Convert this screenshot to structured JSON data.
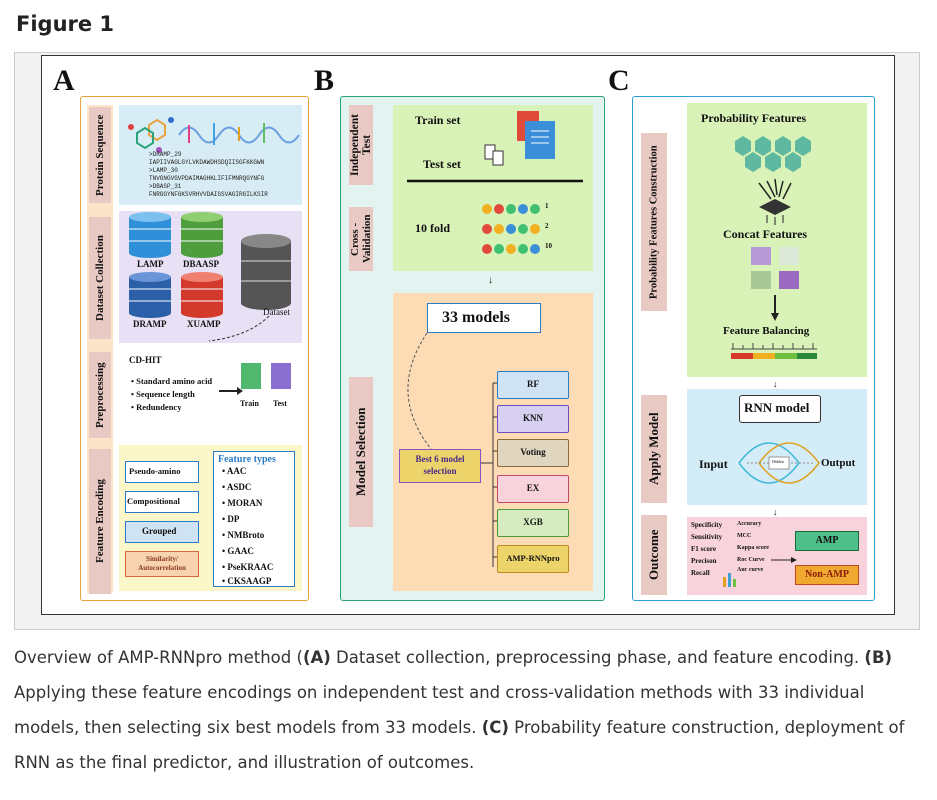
{
  "page_heading": "Figure 1",
  "figure": {
    "panel_a": {
      "letter": "A",
      "sections": {
        "protein_sequence": "Protein Sequence",
        "dataset_collection": "Dataset Collection",
        "preprocessing": "Preprocessing",
        "feature_encoding": "Feature Encoding"
      },
      "sequences": [
        ">DRAMP_29",
        "IAPIIVAGLGYLVKDAWDHSDQIISGFKKGWN",
        ">LAMP_30",
        "TNVGNGVGVPDAIMAGHKLIFIFMNRQGYNFG",
        ">DBASP_31",
        "FNRGGYNFGKSVRHVVDAIGSVAGIRGILKSIR"
      ],
      "databases": [
        "LAMP",
        "DBAASP",
        "DRAMP",
        "XUAMP"
      ],
      "dataset_label": "Dataset",
      "cdhit": "CD-HIT",
      "steps": [
        "Standard amino acid",
        "Sequence length",
        "Redundency"
      ],
      "split_labels": [
        "Train",
        "Test"
      ],
      "encoders": [
        "Pseudo-amino",
        "Compositional",
        "Grouped",
        "Similarity/ Autocorrelation"
      ],
      "feature_types_title": "Feature types",
      "feature_types": [
        "AAC",
        "ASDC",
        "MORAN",
        "DP",
        "NMBroto",
        "GAAC",
        "PseKRAAC",
        "CKSAAGP"
      ]
    },
    "panel_b": {
      "letter": "B",
      "independent_test": "Independent Test",
      "cross_validation": "Cross - Validation",
      "model_selection": "Model Selection",
      "train_set": "Train set",
      "test_set": "Test set",
      "fold": "10 fold",
      "fold_numbers": [
        "1",
        "2",
        "10"
      ],
      "models_count": "33 models",
      "best": "Best 6 model selection",
      "models": [
        "RF",
        "KNN",
        "Voting",
        "EX",
        "XGB",
        "AMP-RNNpro"
      ]
    },
    "panel_c": {
      "letter": "C",
      "prob_construction": "Probability Features Construction",
      "apply_model": "Apply Model",
      "outcome": "Outcome",
      "prob_features": "Probability Features",
      "concat": "Concat Features",
      "balancing": "Feature Balancing",
      "rnn": "RNN model",
      "input": "Input",
      "output": "Output",
      "hidden": "Hidden",
      "metrics": [
        "Specificity",
        "Sensitivity",
        "F1 score",
        "Precison",
        "Recall",
        "Accuracy",
        "MCC",
        "Kappa score",
        "Roc Curve",
        "Auc curve"
      ],
      "amp": "AMP",
      "non_amp": "Non-AMP"
    }
  },
  "caption": {
    "s1": "Overview of AMP-RNNpro method (",
    "a": "(A)",
    "s2": " Dataset collection, preprocessing phase, and feature encoding.",
    "b": "(B)",
    "s3": " Applying these feature encodings on independent test and cross-validation methods with 33 individual models, then selecting six best models from 33 models.",
    "c": "(C)",
    "s4": " Probability feature construction, deployment of RNN as the final predictor, and illustration of outcomes."
  },
  "colors": {
    "panel_a": "#e8a33d",
    "panel_b": "#2aa37a",
    "panel_c": "#2a9fd6",
    "vlabel_bg": "#e8c9c4",
    "green_box": "#d6f0b8",
    "orange_bg": "#fddcb5",
    "pink": "#f9d3dc"
  }
}
